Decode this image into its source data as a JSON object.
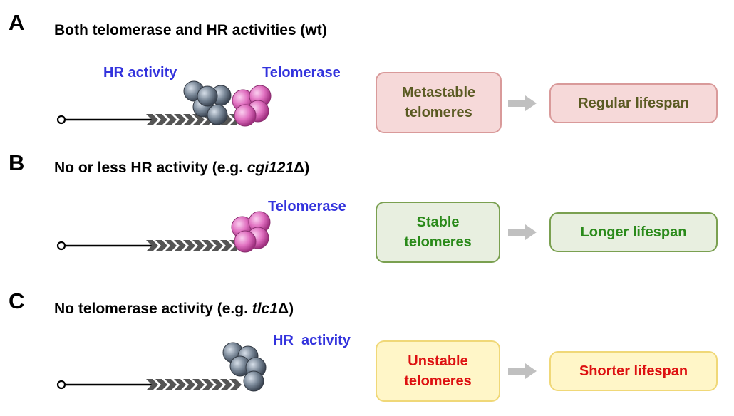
{
  "panels": [
    {
      "letter": "A",
      "title_main": "Both telomerase and HR activities (wt)",
      "labels": {
        "hr": "HR activity",
        "telomerase": "Telomerase"
      },
      "state_lines": [
        "Metastable",
        "telomeres"
      ],
      "outcome": "Regular lifespan"
    },
    {
      "letter": "B",
      "title_prefix": "No or less HR activity (e.g. ",
      "title_italic": "cgi121",
      "title_suffix": "Δ)",
      "labels": {
        "telomerase": "Telomerase"
      },
      "state_lines": [
        "Stable",
        "telomeres"
      ],
      "outcome": "Longer lifespan"
    },
    {
      "letter": "C",
      "title_prefix": "No telomerase activity (e.g. ",
      "title_italic": "tlc1",
      "title_suffix": "Δ)",
      "labels": {
        "hr": "HR  activity"
      },
      "state_lines": [
        "Unstable",
        "telomeres"
      ],
      "outcome": "Shorter lifespan"
    }
  ],
  "colors": {
    "hr_label": "#3333dd",
    "telomerase_sphere": "#e070c0",
    "hr_sphere": "#7a8898",
    "arrow": "#c0c0c0",
    "chevron": "#555555"
  }
}
